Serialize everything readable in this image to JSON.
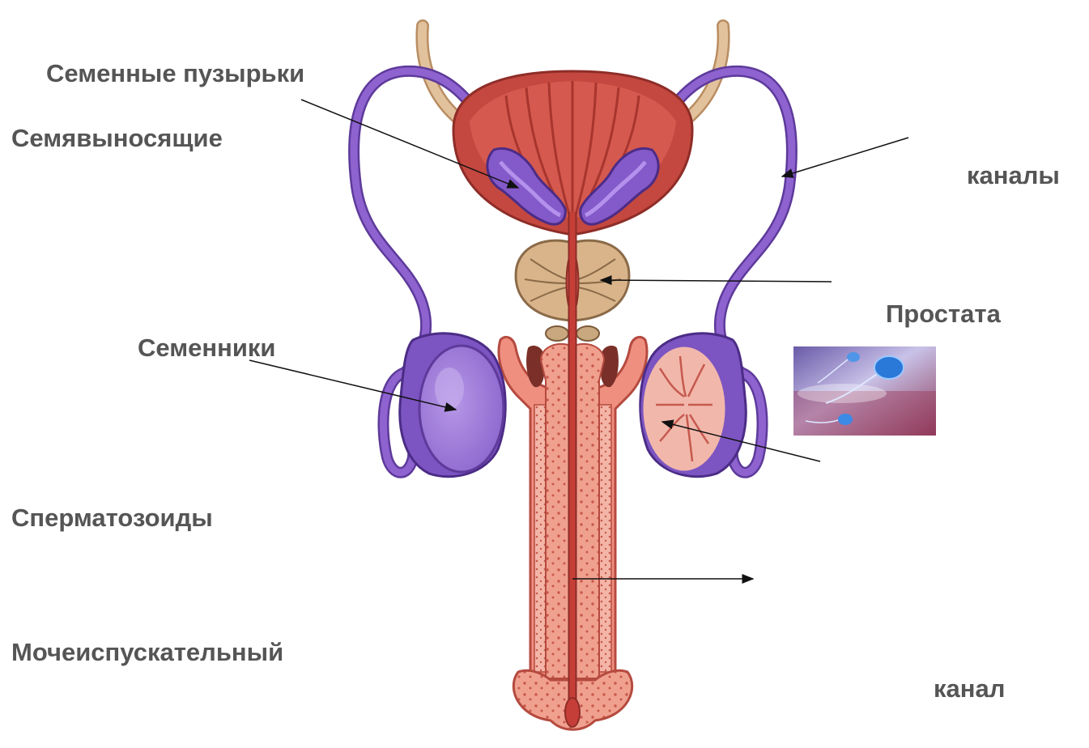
{
  "labels": {
    "seminal_vesicles": "Семенные пузырьки",
    "vas_deferens_line1": "Семявыносящие",
    "vas_deferens_line2": "каналы",
    "prostate": "Простата",
    "testes": "Семенники",
    "spermatozoa": "Сперматозоиды",
    "urethra_line1": "Мочеиспускательный",
    "urethra_line2": "канал"
  },
  "colors": {
    "label_text": "#555555",
    "duct_purple": "#7b52b8",
    "bladder": "#c4483f",
    "prostate": "#d9b48a",
    "penis_tissue": "#ef8f80",
    "urethra": "#c63e38",
    "ureter": "#d6b48c"
  },
  "icons": {
    "sperm_photo": "sperm-cell-photo"
  }
}
